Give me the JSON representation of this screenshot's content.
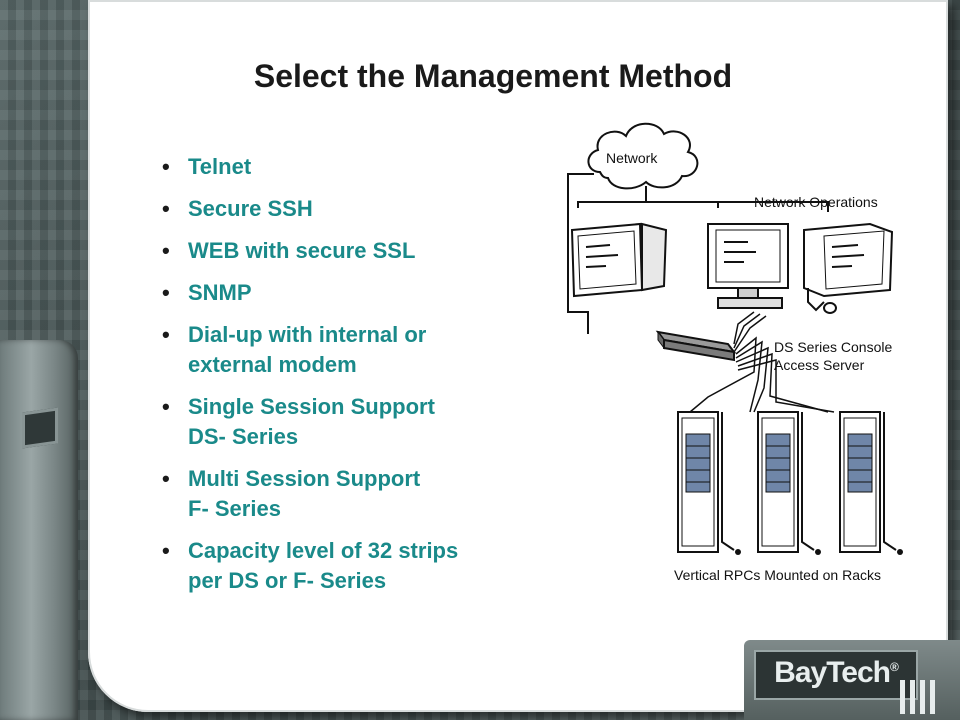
{
  "slide": {
    "title": "Select the Management Method",
    "bullets": [
      {
        "line1": "Telnet",
        "line2": ""
      },
      {
        "line1": "Secure SSH",
        "line2": ""
      },
      {
        "line1": "WEB with secure SSL",
        "line2": ""
      },
      {
        "line1": "SNMP",
        "line2": ""
      },
      {
        "line1": "Dial-up with internal or",
        "line2": "external modem"
      },
      {
        "line1": "Single Session Support",
        "line2": "DS- Series"
      },
      {
        "line1": "Multi Session Support",
        "line2": "F- Series"
      },
      {
        "line1": "Capacity level of 32 strips",
        "line2": "per DS or F- Series"
      }
    ]
  },
  "diagram": {
    "network_label": "Network",
    "network_operations_label": "Network Operations",
    "server_label_line1": "DS Series Console",
    "server_label_line2": "Access Server",
    "racks_label": "Vertical RPCs Mounted on Racks"
  },
  "logo": {
    "text": "BayTech",
    "reg": "®"
  },
  "colors": {
    "bullet_text": "#1a8a8a",
    "title": "#1a1a1a",
    "frame": "#4c5a5a"
  }
}
